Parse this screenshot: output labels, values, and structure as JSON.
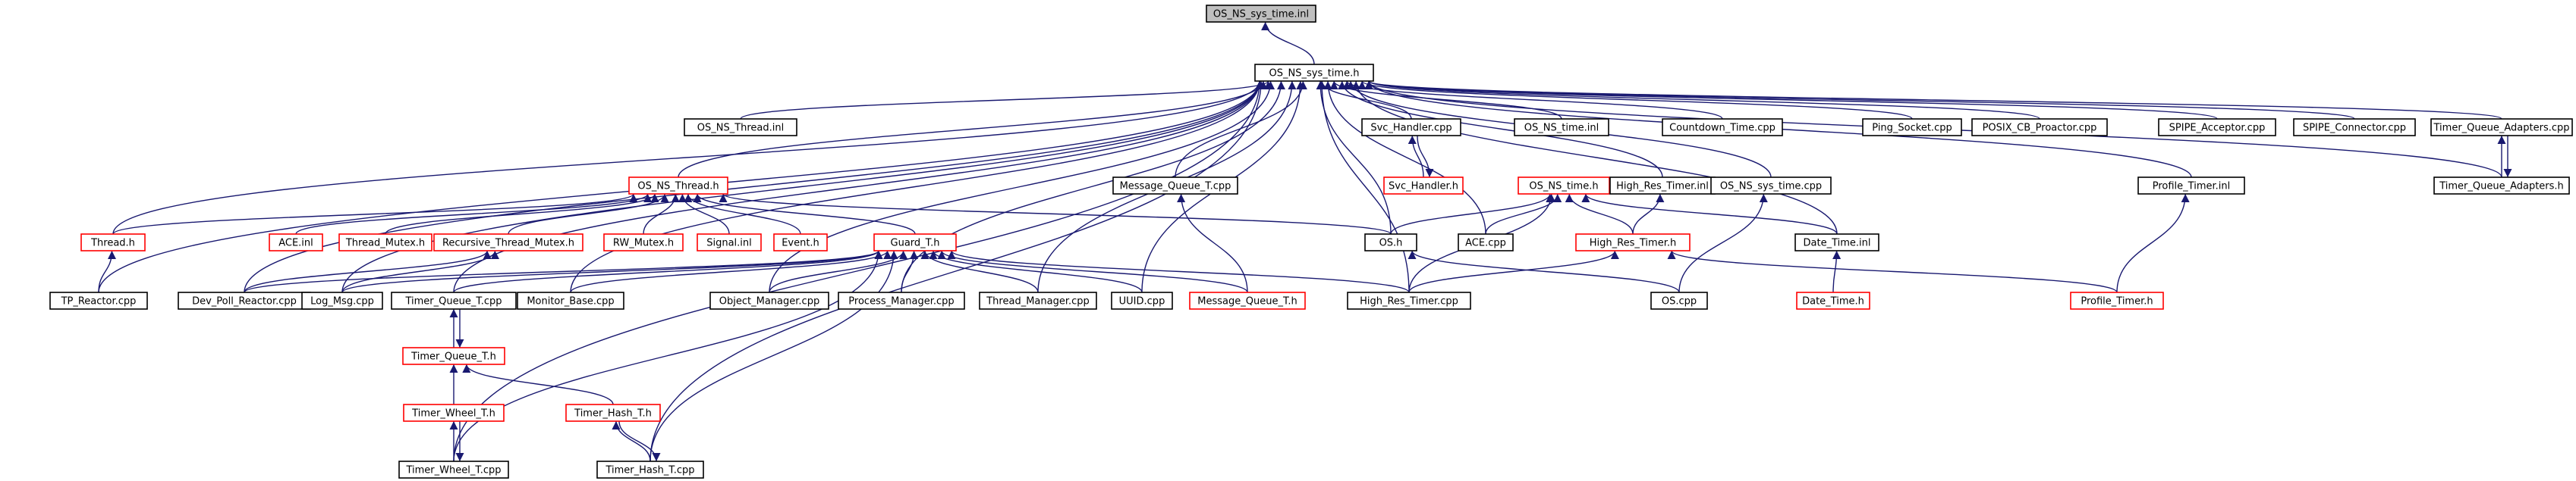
{
  "colors": {
    "edge": "#191970",
    "linked_border": "#000000",
    "external_border": "#ff0000",
    "root_fill": "#bfbfbf",
    "node_fill": "#ffffff"
  },
  "nodes": [
    {
      "id": "root",
      "label": "OS_NS_sys_time.inl",
      "style": "root"
    },
    {
      "id": "systime_h",
      "label": "OS_NS_sys_time.h",
      "style": "linked"
    },
    {
      "id": "thread_inl",
      "label": "OS_NS_Thread.inl",
      "style": "linked"
    },
    {
      "id": "svc_cpp",
      "label": "Svc_Handler.cpp",
      "style": "linked"
    },
    {
      "id": "time_inl",
      "label": "OS_NS_time.inl",
      "style": "linked"
    },
    {
      "id": "countdown",
      "label": "Countdown_Time.cpp",
      "style": "linked"
    },
    {
      "id": "ping",
      "label": "Ping_Socket.cpp",
      "style": "linked"
    },
    {
      "id": "posix",
      "label": "POSIX_CB_Proactor.cpp",
      "style": "linked"
    },
    {
      "id": "spipe_acc",
      "label": "SPIPE_Acceptor.cpp",
      "style": "linked"
    },
    {
      "id": "spipe_con",
      "label": "SPIPE_Connector.cpp",
      "style": "linked"
    },
    {
      "id": "tqa_cpp",
      "label": "Timer_Queue_Adapters.cpp",
      "style": "linked"
    },
    {
      "id": "thread_h",
      "label": "OS_NS_Thread.h",
      "style": "external"
    },
    {
      "id": "mqt_cpp",
      "label": "Message_Queue_T.cpp",
      "style": "linked"
    },
    {
      "id": "svc_h",
      "label": "Svc_Handler.h",
      "style": "external"
    },
    {
      "id": "time_h",
      "label": "OS_NS_time.h",
      "style": "external"
    },
    {
      "id": "hrt_inl",
      "label": "High_Res_Timer.inl",
      "style": "linked"
    },
    {
      "id": "systime_cpp",
      "label": "OS_NS_sys_time.cpp",
      "style": "linked"
    },
    {
      "id": "profile_inl",
      "label": "Profile_Timer.inl",
      "style": "linked"
    },
    {
      "id": "tqa_h",
      "label": "Timer_Queue_Adapters.h",
      "style": "linked"
    },
    {
      "id": "thread_hh",
      "label": "Thread.h",
      "style": "external"
    },
    {
      "id": "ace_inl",
      "label": "ACE.inl",
      "style": "external"
    },
    {
      "id": "tmutex",
      "label": "Thread_Mutex.h",
      "style": "external"
    },
    {
      "id": "rtmutex",
      "label": "Recursive_Thread_Mutex.h",
      "style": "external"
    },
    {
      "id": "rwmutex",
      "label": "RW_Mutex.h",
      "style": "external"
    },
    {
      "id": "signal",
      "label": "Signal.inl",
      "style": "external"
    },
    {
      "id": "event",
      "label": "Event.h",
      "style": "external"
    },
    {
      "id": "guard",
      "label": "Guard_T.h",
      "style": "external"
    },
    {
      "id": "os_h",
      "label": "OS.h",
      "style": "linked"
    },
    {
      "id": "ace_cpp",
      "label": "ACE.cpp",
      "style": "linked"
    },
    {
      "id": "hrt_h",
      "label": "High_Res_Timer.h",
      "style": "external"
    },
    {
      "id": "dt_inl",
      "label": "Date_Time.inl",
      "style": "linked"
    },
    {
      "id": "tp_reactor",
      "label": "TP_Reactor.cpp",
      "style": "linked"
    },
    {
      "id": "devpoll",
      "label": "Dev_Poll_Reactor.cpp",
      "style": "linked"
    },
    {
      "id": "logmsg",
      "label": "Log_Msg.cpp",
      "style": "linked"
    },
    {
      "id": "tqt_cpp",
      "label": "Timer_Queue_T.cpp",
      "style": "linked"
    },
    {
      "id": "monitor",
      "label": "Monitor_Base.cpp",
      "style": "linked"
    },
    {
      "id": "objmgr",
      "label": "Object_Manager.cpp",
      "style": "linked"
    },
    {
      "id": "procmgr",
      "label": "Process_Manager.cpp",
      "style": "linked"
    },
    {
      "id": "thrmgr",
      "label": "Thread_Manager.cpp",
      "style": "linked"
    },
    {
      "id": "uuid",
      "label": "UUID.cpp",
      "style": "linked"
    },
    {
      "id": "mqt_h",
      "label": "Message_Queue_T.h",
      "style": "external"
    },
    {
      "id": "hrt_cpp",
      "label": "High_Res_Timer.cpp",
      "style": "linked"
    },
    {
      "id": "os_cpp",
      "label": "OS.cpp",
      "style": "linked"
    },
    {
      "id": "dt_h",
      "label": "Date_Time.h",
      "style": "external"
    },
    {
      "id": "profile_h",
      "label": "Profile_Timer.h",
      "style": "external"
    },
    {
      "id": "tqt_h",
      "label": "Timer_Queue_T.h",
      "style": "external"
    },
    {
      "id": "twheel_h",
      "label": "Timer_Wheel_T.h",
      "style": "external"
    },
    {
      "id": "thash_h",
      "label": "Timer_Hash_T.h",
      "style": "external"
    },
    {
      "id": "twheel_cpp",
      "label": "Timer_Wheel_T.cpp",
      "style": "linked"
    },
    {
      "id": "thash_cpp",
      "label": "Timer_Hash_T.cpp",
      "style": "linked"
    }
  ],
  "edges": [
    [
      "systime_h",
      "root"
    ],
    [
      "thread_inl",
      "systime_h"
    ],
    [
      "svc_cpp",
      "systime_h"
    ],
    [
      "time_inl",
      "systime_h"
    ],
    [
      "countdown",
      "systime_h"
    ],
    [
      "ping",
      "systime_h"
    ],
    [
      "posix",
      "systime_h"
    ],
    [
      "spipe_acc",
      "systime_h"
    ],
    [
      "spipe_con",
      "systime_h"
    ],
    [
      "tqa_cpp",
      "systime_h"
    ],
    [
      "thread_h",
      "systime_h"
    ],
    [
      "mqt_cpp",
      "systime_h"
    ],
    [
      "hrt_inl",
      "systime_h"
    ],
    [
      "systime_cpp",
      "systime_h"
    ],
    [
      "profile_inl",
      "systime_h"
    ],
    [
      "tqa_h",
      "systime_h"
    ],
    [
      "thread_hh",
      "systime_h"
    ],
    [
      "ace_cpp",
      "systime_h"
    ],
    [
      "os_h",
      "systime_h"
    ],
    [
      "dt_inl",
      "systime_h"
    ],
    [
      "tp_reactor",
      "systime_h"
    ],
    [
      "devpoll",
      "systime_h"
    ],
    [
      "logmsg",
      "systime_h"
    ],
    [
      "tqt_cpp",
      "systime_h"
    ],
    [
      "monitor",
      "systime_h"
    ],
    [
      "objmgr",
      "systime_h"
    ],
    [
      "procmgr",
      "systime_h"
    ],
    [
      "thrmgr",
      "systime_h"
    ],
    [
      "uuid",
      "systime_h"
    ],
    [
      "hrt_cpp",
      "systime_h"
    ],
    [
      "twheel_cpp",
      "systime_h"
    ],
    [
      "thash_cpp",
      "systime_h"
    ],
    [
      "svc_h",
      "svc_cpp"
    ],
    [
      "svc_cpp",
      "svc_h"
    ],
    [
      "tqa_h",
      "tqa_cpp"
    ],
    [
      "tqa_cpp",
      "tqa_h"
    ],
    [
      "thread_hh",
      "thread_h"
    ],
    [
      "ace_inl",
      "thread_h"
    ],
    [
      "tmutex",
      "thread_h"
    ],
    [
      "rtmutex",
      "thread_h"
    ],
    [
      "rwmutex",
      "thread_h"
    ],
    [
      "signal",
      "thread_h"
    ],
    [
      "event",
      "thread_h"
    ],
    [
      "guard",
      "thread_h"
    ],
    [
      "os_h",
      "thread_h"
    ],
    [
      "mqt_h",
      "mqt_cpp"
    ],
    [
      "os_h",
      "time_h"
    ],
    [
      "ace_cpp",
      "time_h"
    ],
    [
      "hrt_h",
      "time_h"
    ],
    [
      "dt_inl",
      "time_h"
    ],
    [
      "hrt_cpp",
      "time_h"
    ],
    [
      "hrt_h",
      "hrt_inl"
    ],
    [
      "os_cpp",
      "systime_cpp"
    ],
    [
      "profile_h",
      "profile_inl"
    ],
    [
      "os_cpp",
      "os_h"
    ],
    [
      "hrt_cpp",
      "hrt_h"
    ],
    [
      "profile_h",
      "hrt_h"
    ],
    [
      "dt_h",
      "dt_inl"
    ],
    [
      "tp_reactor",
      "thread_hh"
    ],
    [
      "devpoll",
      "rtmutex"
    ],
    [
      "logmsg",
      "rtmutex"
    ],
    [
      "devpoll",
      "guard"
    ],
    [
      "logmsg",
      "guard"
    ],
    [
      "tqt_cpp",
      "guard"
    ],
    [
      "monitor",
      "guard"
    ],
    [
      "objmgr",
      "guard"
    ],
    [
      "procmgr",
      "guard"
    ],
    [
      "thrmgr",
      "guard"
    ],
    [
      "uuid",
      "guard"
    ],
    [
      "mqt_h",
      "guard"
    ],
    [
      "hrt_cpp",
      "guard"
    ],
    [
      "twheel_cpp",
      "guard"
    ],
    [
      "thash_cpp",
      "guard"
    ],
    [
      "tqt_h",
      "tqt_cpp"
    ],
    [
      "tqt_cpp",
      "tqt_h"
    ],
    [
      "twheel_h",
      "tqt_h"
    ],
    [
      "thash_h",
      "tqt_h"
    ],
    [
      "twheel_cpp",
      "twheel_h"
    ],
    [
      "twheel_h",
      "twheel_cpp"
    ],
    [
      "thash_cpp",
      "thash_h"
    ],
    [
      "thash_h",
      "thash_cpp"
    ]
  ]
}
